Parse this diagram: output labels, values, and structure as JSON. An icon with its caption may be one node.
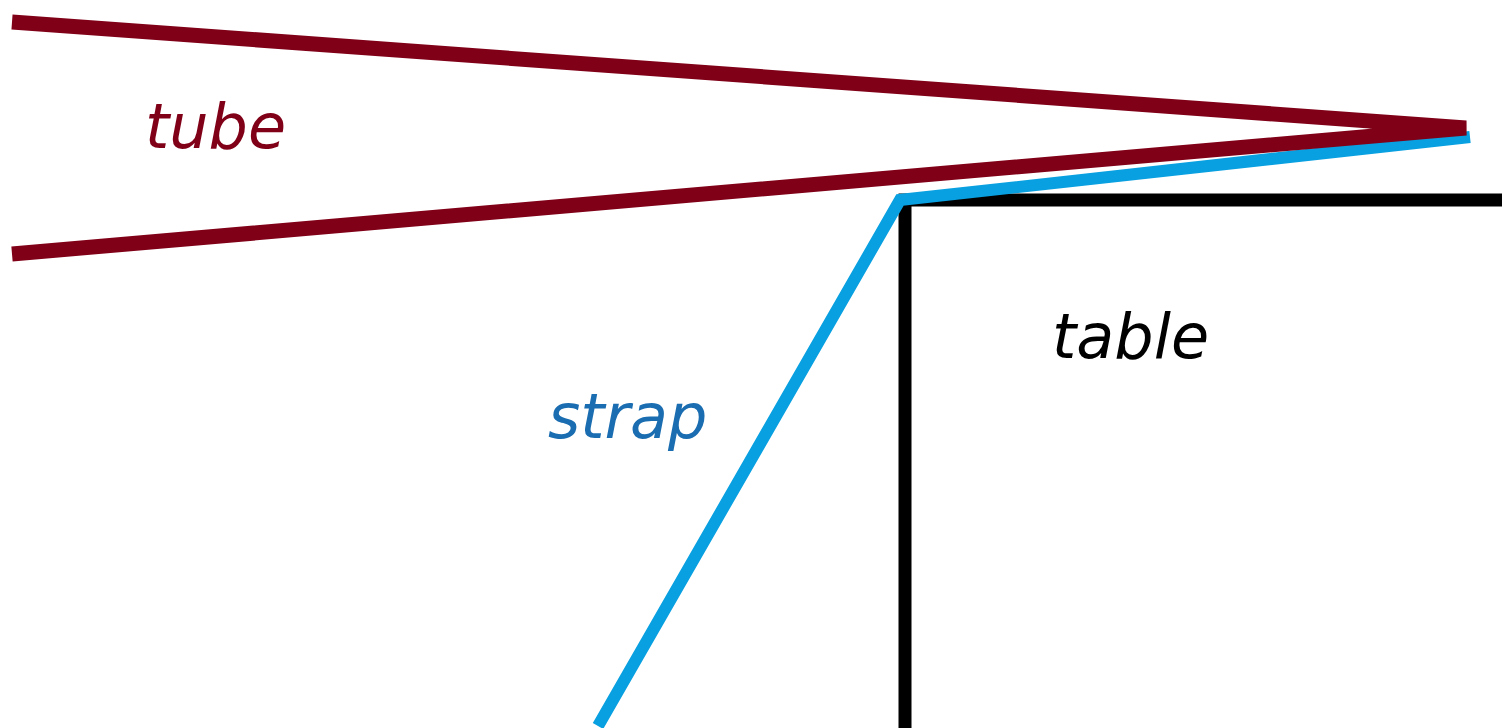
{
  "diagram": {
    "labels": [
      "tube",
      "table",
      "strap"
    ]
  }
}
